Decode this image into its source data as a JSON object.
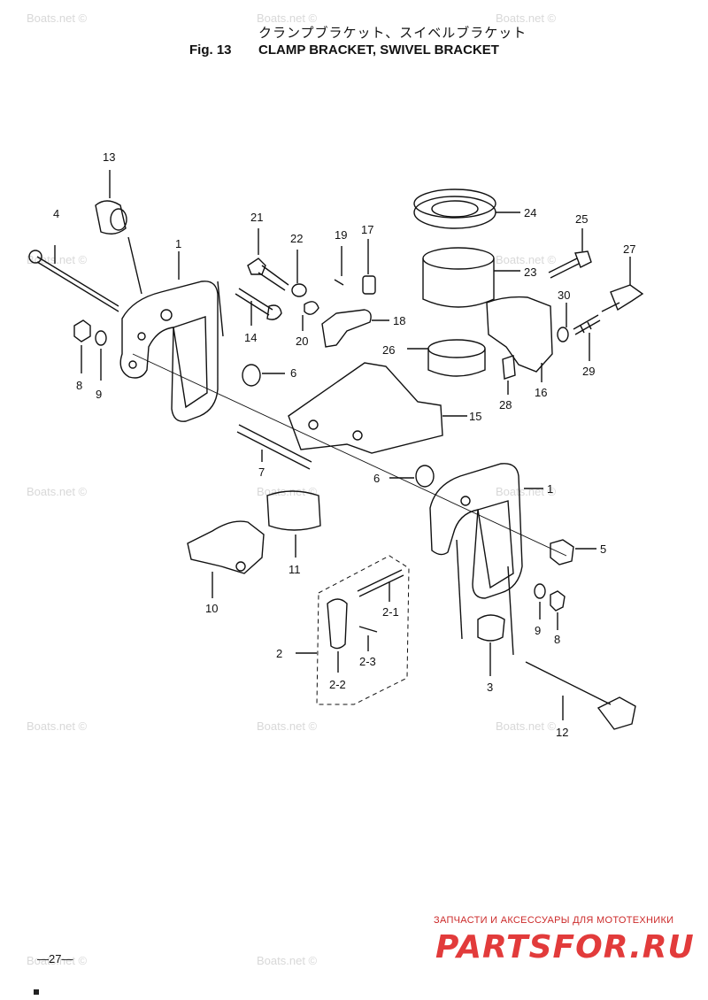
{
  "header": {
    "title_jp": "クランプブラケット、スイベルブラケット",
    "fig_label": "Fig. 13",
    "title_en": "CLAMP BRACKET, SWIVEL BRACKET"
  },
  "watermark": "Boats.net ©",
  "callouts": [
    "13",
    "4",
    "1",
    "21",
    "22",
    "19",
    "17",
    "24",
    "25",
    "23",
    "27",
    "30",
    "14",
    "20",
    "18",
    "26",
    "8",
    "9",
    "6",
    "29",
    "16",
    "28",
    "15",
    "7",
    "6",
    "1",
    "11",
    "5",
    "10",
    "2-1",
    "2",
    "2-3",
    "9",
    "8",
    "3",
    "2-2",
    "12"
  ],
  "footer": {
    "page_number": "—27—",
    "brand_tagline": "ЗАПЧАСТИ И АКСЕССУАРЫ ДЛЯ МОТОТЕХНИКИ",
    "brand_name": "PARTSFOR.RU"
  },
  "colors": {
    "line": "#111111",
    "watermark": "#d8d8d8",
    "brand": "#e23b3b"
  }
}
